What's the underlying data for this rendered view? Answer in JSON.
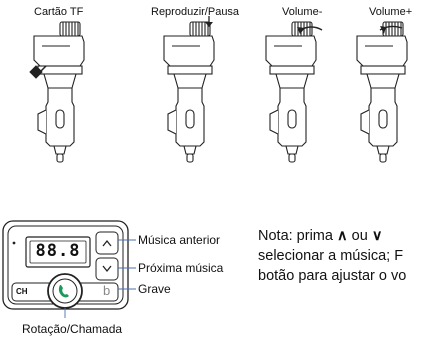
{
  "top_labels": {
    "card": "Cartão TF",
    "play": "Reproduzir/Pausa",
    "vol_down": "Volume-",
    "vol_up": "Volume+"
  },
  "device": {
    "display_text": "88.8",
    "ch_label": "CH",
    "b_label": "b"
  },
  "callouts": {
    "prev": "Música anterior",
    "next": "Próxima música",
    "bass": "Grave",
    "rotate_call": "Rotação/Chamada"
  },
  "note": {
    "line1_prefix": "Nota: prima",
    "line1_up_symbol": "∧",
    "line1_mid": "ou",
    "line1_down_symbol": "∨",
    "line2": "selecionar a música; F",
    "line3": "botão para ajustar o vo"
  }
}
